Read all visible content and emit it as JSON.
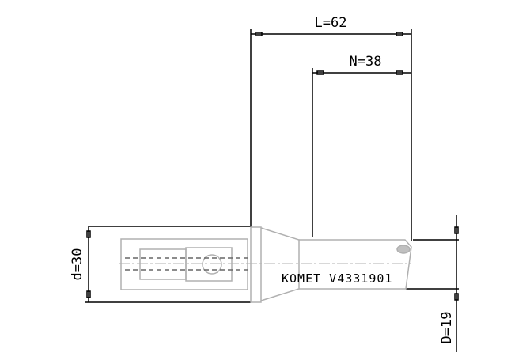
{
  "dimensions": {
    "overall_length": "L=62",
    "usable_length": "N=38",
    "shank_diameter": "d=30",
    "drill_diameter": "D=19"
  },
  "tool_label": "KOMET V4331901",
  "colors": {
    "dimension_lines": "#000000",
    "tool_outline": "#b0b0b0"
  }
}
